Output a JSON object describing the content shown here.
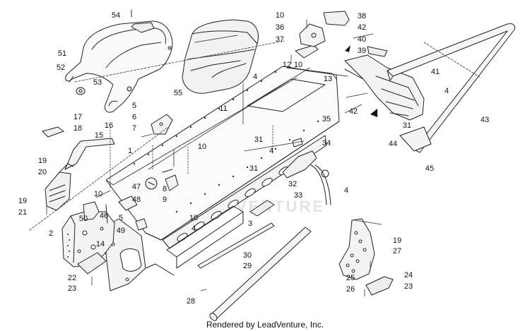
{
  "diagram": {
    "footer": "Rendered by LeadVenture, Inc.",
    "watermark": "LEADVENTURE",
    "callouts": [
      {
        "id": "c54",
        "text": "54"
      },
      {
        "id": "c51",
        "text": "51"
      },
      {
        "id": "c52",
        "text": "52"
      },
      {
        "id": "c53",
        "text": "53"
      },
      {
        "id": "c55",
        "text": "55"
      },
      {
        "id": "c10a",
        "text": "10"
      },
      {
        "id": "c38",
        "text": "38"
      },
      {
        "id": "c36",
        "text": "36"
      },
      {
        "id": "c37",
        "text": "37"
      },
      {
        "id": "c42a",
        "text": "42"
      },
      {
        "id": "c40",
        "text": "40"
      },
      {
        "id": "c39",
        "text": "39"
      },
      {
        "id": "c12",
        "text": "12"
      },
      {
        "id": "c10b",
        "text": "10"
      },
      {
        "id": "c13",
        "text": "13"
      },
      {
        "id": "c41",
        "text": "41"
      },
      {
        "id": "c4a",
        "text": "4"
      },
      {
        "id": "c4b",
        "text": "4"
      },
      {
        "id": "c42b",
        "text": "42"
      },
      {
        "id": "c43",
        "text": "43"
      },
      {
        "id": "c11",
        "text": "11"
      },
      {
        "id": "c5a",
        "text": "5"
      },
      {
        "id": "c6",
        "text": "6"
      },
      {
        "id": "c7",
        "text": "7"
      },
      {
        "id": "c17",
        "text": "17"
      },
      {
        "id": "c18",
        "text": "18"
      },
      {
        "id": "c16",
        "text": "16"
      },
      {
        "id": "c15",
        "text": "15"
      },
      {
        "id": "c1",
        "text": "1"
      },
      {
        "id": "c35",
        "text": "35"
      },
      {
        "id": "c31a",
        "text": "31"
      },
      {
        "id": "c34",
        "text": "34"
      },
      {
        "id": "c31b",
        "text": "31"
      },
      {
        "id": "c44",
        "text": "44"
      },
      {
        "id": "c45",
        "text": "45"
      },
      {
        "id": "c10c",
        "text": "10"
      },
      {
        "id": "c4c",
        "text": "4"
      },
      {
        "id": "c19a",
        "text": "19"
      },
      {
        "id": "c20",
        "text": "20"
      },
      {
        "id": "c31c",
        "text": "31"
      },
      {
        "id": "c32",
        "text": "32"
      },
      {
        "id": "c4d",
        "text": "4"
      },
      {
        "id": "c33",
        "text": "33"
      },
      {
        "id": "c10d",
        "text": "10"
      },
      {
        "id": "c47",
        "text": "47"
      },
      {
        "id": "c8",
        "text": "8"
      },
      {
        "id": "c9",
        "text": "9"
      },
      {
        "id": "c48",
        "text": "48"
      },
      {
        "id": "c19b",
        "text": "19"
      },
      {
        "id": "c21",
        "text": "21"
      },
      {
        "id": "c46",
        "text": "46"
      },
      {
        "id": "c50",
        "text": "50"
      },
      {
        "id": "c5b",
        "text": "5"
      },
      {
        "id": "c10e",
        "text": "10"
      },
      {
        "id": "c2",
        "text": "2"
      },
      {
        "id": "c4e",
        "text": "4"
      },
      {
        "id": "c49",
        "text": "49"
      },
      {
        "id": "c3",
        "text": "3"
      },
      {
        "id": "c14",
        "text": "14"
      },
      {
        "id": "c19c",
        "text": "19"
      },
      {
        "id": "c27",
        "text": "27"
      },
      {
        "id": "c30",
        "text": "30"
      },
      {
        "id": "c29",
        "text": "29"
      },
      {
        "id": "c22",
        "text": "22"
      },
      {
        "id": "c23a",
        "text": "23"
      },
      {
        "id": "c25",
        "text": "25"
      },
      {
        "id": "c24",
        "text": "24"
      },
      {
        "id": "c26",
        "text": "26"
      },
      {
        "id": "c23b",
        "text": "23"
      },
      {
        "id": "c28",
        "text": "28"
      }
    ]
  }
}
